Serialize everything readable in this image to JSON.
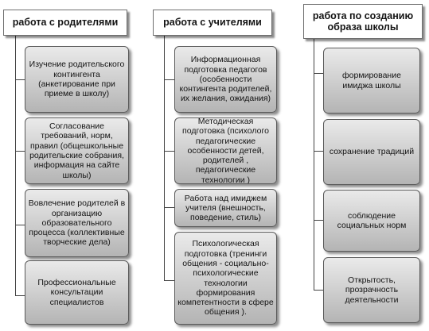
{
  "columns": [
    {
      "header": "работа с родителями",
      "items": [
        "Изучение родительского контингента (анкетирование при приеме в школу)",
        "Согласование требований, норм, правил (общешкольные родительские собрания, информация на сайте школы)",
        "Вовлечение родителей в организацию образовательного процесса (коллективные творческие дела)",
        "Профессиональные консультации специалистов"
      ]
    },
    {
      "header": "работа с учителями",
      "items": [
        "Информационная подготовка педагогов (особенности контингента родителей, их желания, ожидания)",
        "Методическая подготовка (психолого педагогические особенности детей, родителей , педагогические технологии )",
        "Работа над имиджем учителя (внешность, поведение, стиль)",
        "Психологическая подготовка (тренинги общения - социально-психологические технологии формирования компетентности в сфере общения )."
      ]
    },
    {
      "header": "работа по созданию образа школы",
      "items": [
        "формирование имиджа школы",
        "сохранение традиций",
        "соблюдение социальных норм",
        "Открытость, прозрачность деятельности"
      ]
    }
  ]
}
